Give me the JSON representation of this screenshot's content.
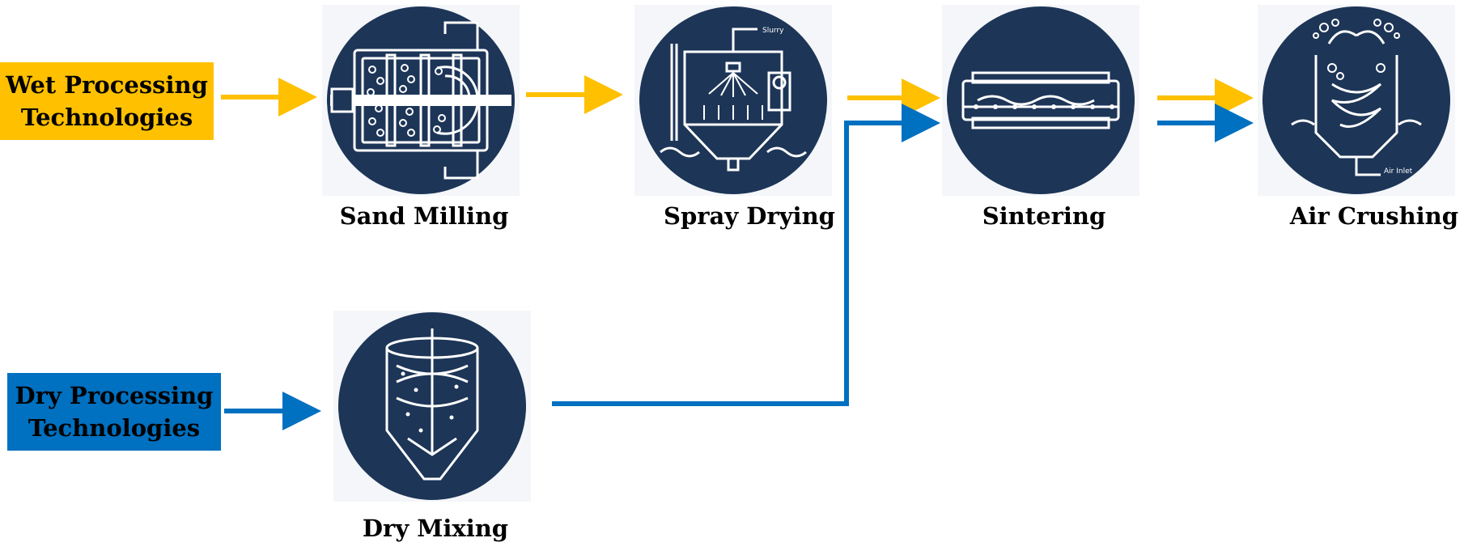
{
  "inputs": {
    "wet": {
      "line1": "Wet Processing",
      "line2": "Technologies",
      "color": "#FFC000"
    },
    "dry": {
      "line1": "Dry Processing",
      "line2": "Technologies",
      "color": "#0070C0"
    }
  },
  "steps": {
    "sand_milling": {
      "label": "Sand Milling",
      "icon": "sand-mill-icon"
    },
    "spray_drying": {
      "label": "Spray Drying",
      "icon": "spray-dryer-icon",
      "callout": "Slurry"
    },
    "sintering": {
      "label": "Sintering",
      "icon": "sintering-furnace-icon"
    },
    "air_crushing": {
      "label": "Air Crushing",
      "icon": "jet-mill-icon",
      "callout": "Air Inlet"
    },
    "dry_mixing": {
      "label": "Dry Mixing",
      "icon": "dry-mixer-icon"
    }
  },
  "colors": {
    "circle": "#1D3557",
    "wet_arrow": "#FFC000",
    "dry_arrow": "#0070C0"
  }
}
